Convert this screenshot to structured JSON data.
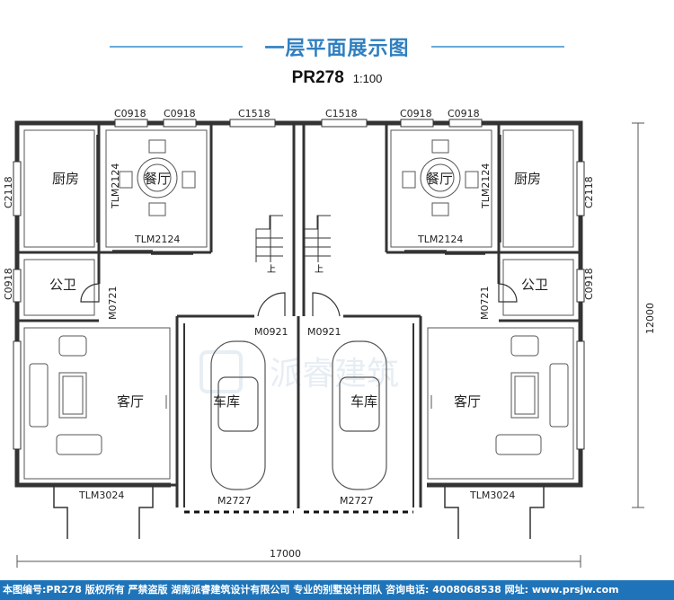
{
  "header": {
    "title": "一层平面展示图",
    "plan_code": "PR278",
    "scale": "1:100"
  },
  "rooms": {
    "kitchen": "厨房",
    "dining": "餐厅",
    "bathroom": "公卫",
    "living": "客厅",
    "garage": "车库"
  },
  "openings": {
    "c0918": "C0918",
    "c1518": "C1518",
    "c2118": "C2118",
    "tlm2124": "TLM2124",
    "tlm3024": "TLM3024",
    "m0721": "M0721",
    "m0921": "M0921",
    "m2727": "M2727"
  },
  "stairs": {
    "up": "上"
  },
  "dimensions": {
    "width": "17000",
    "depth": "12000"
  },
  "watermark": {
    "text": "派睿建筑"
  },
  "footer": {
    "text": "本图编号:PR278 版权所有 严禁盗版 湖南派睿建筑设计有限公司 专业的别墅设计团队 咨询电话: 4008068538 网址: www.prsjw.com"
  },
  "colors": {
    "accent": "#2f7fc0",
    "footer_bg": "#1f74b9",
    "wall": "#333333"
  }
}
